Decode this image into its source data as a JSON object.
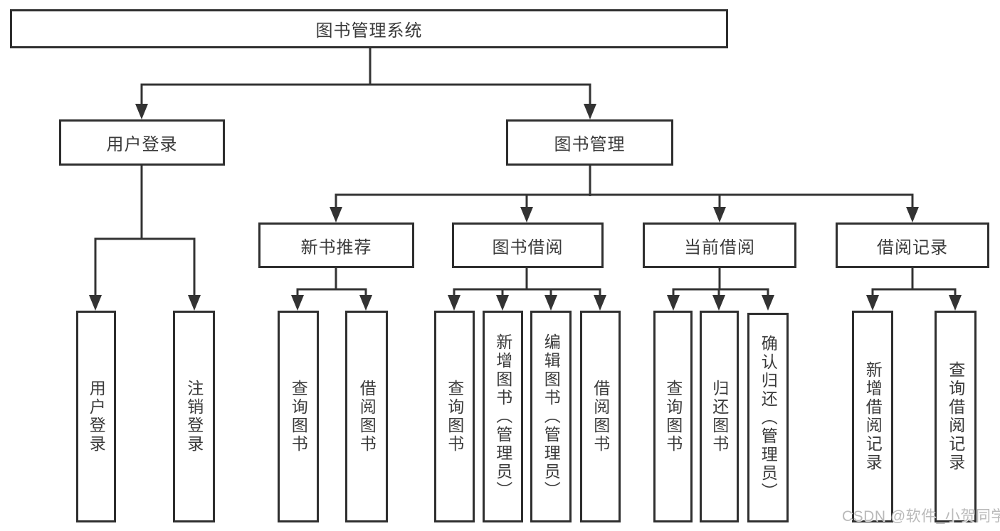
{
  "diagram": {
    "root": {
      "label": "图书管理系统"
    },
    "user_login": {
      "label": "用户登录",
      "children": [
        {
          "label": "用户登录"
        },
        {
          "label": "注销登录"
        }
      ]
    },
    "book_manage": {
      "label": "图书管理",
      "sections": [
        {
          "label": "新书推荐",
          "children": [
            {
              "label": "查询图书"
            },
            {
              "label": "借阅图书"
            }
          ]
        },
        {
          "label": "图书借阅",
          "children": [
            {
              "label": "查询图书"
            },
            {
              "label": "新增图书（管理员）"
            },
            {
              "label": "编辑图书（管理员）"
            },
            {
              "label": "借阅图书"
            }
          ]
        },
        {
          "label": "当前借阅",
          "children": [
            {
              "label": "查询图书"
            },
            {
              "label": "归还图书"
            },
            {
              "label": "确认归还（管理员）"
            }
          ]
        },
        {
          "label": "借阅记录",
          "children": [
            {
              "label": "新增借阅记录"
            },
            {
              "label": "查询借阅记录"
            }
          ]
        }
      ]
    }
  },
  "watermark": "CSDN @软件_小贺同学",
  "colors": {
    "line": "#333333",
    "box_border": "#2f2f2f",
    "box_fill": "#ffffff",
    "text": "#3a3a3a",
    "watermark": "#b9b9b9"
  }
}
